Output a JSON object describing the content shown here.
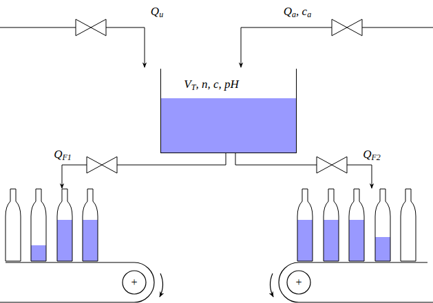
{
  "diagram": {
    "nodes": [
      {
        "text": [
          "VT, n, c, pH"
        ]
      }
    ],
    "labels": [
      "Qu",
      "Qa, ca",
      "QF1",
      "QF2",
      "+",
      "+"
    ]
  }
}
